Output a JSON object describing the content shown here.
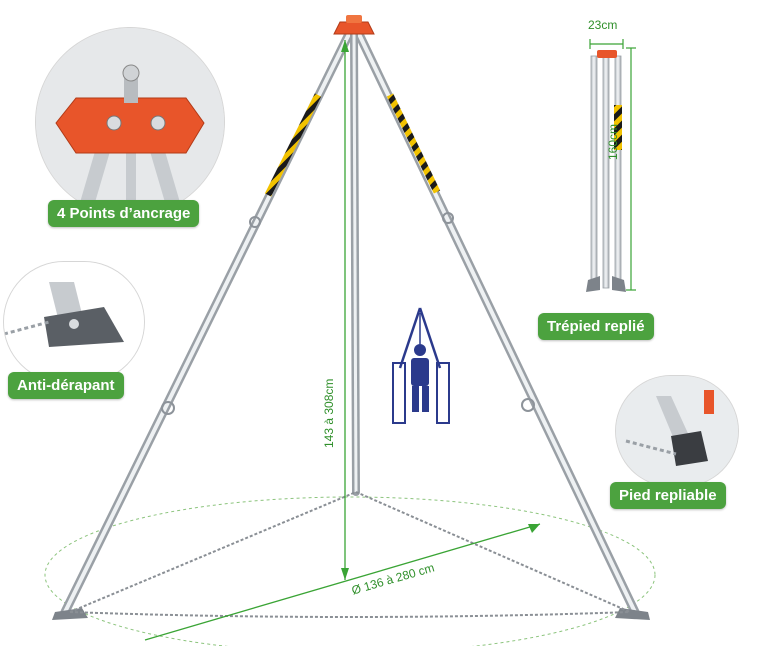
{
  "labels": {
    "anchor_points": "4 Points d’ancrage",
    "anti_slip": "Anti-dérapant",
    "folded_tripod": "Trépied replié",
    "folding_foot": "Pied repliable"
  },
  "dimensions": {
    "folded_width": "23cm",
    "folded_height": "160cm",
    "height_range": "143 à 308cm",
    "diameter_range": "Ø 136 à 280 cm"
  },
  "colors": {
    "badge": "#4ca23f",
    "dimension": "#2f8f2a",
    "head": "#e8552a",
    "hazard_yellow": "#f2c200",
    "worker": "#2b3a8c"
  },
  "icons": [
    "worker-harness-icon"
  ]
}
